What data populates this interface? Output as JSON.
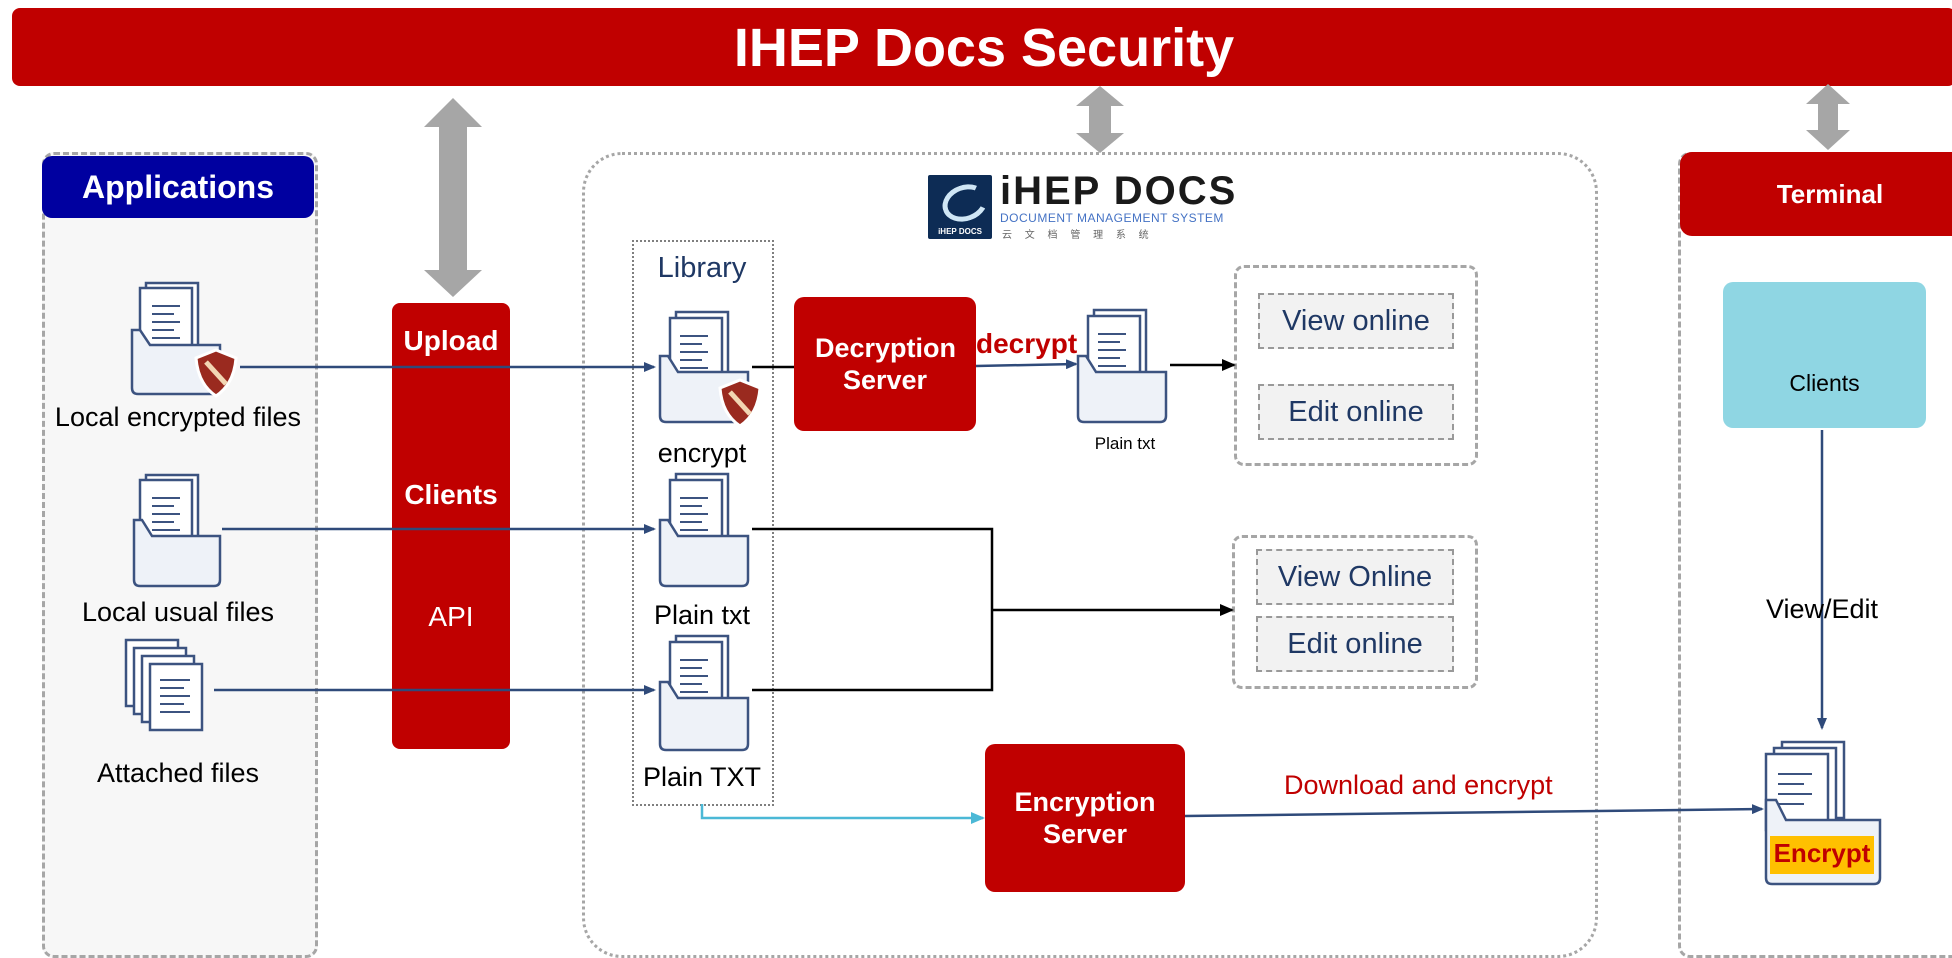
{
  "title": "IHEP Docs Security",
  "applications": {
    "header": "Applications",
    "files": [
      {
        "label": "Local encrypted files"
      },
      {
        "label": "Local usual files"
      },
      {
        "label": "Attached files"
      }
    ]
  },
  "upload": {
    "upload": "Upload",
    "clients": "Clients",
    "api": "API"
  },
  "logo": {
    "brand": "iHEP DOCS",
    "subtitle": "DOCUMENT MANAGEMENT SYSTEM",
    "chinese": "云 文 档 管 理 系 统",
    "badge": "iHEP DOCS"
  },
  "library": {
    "title": "Library",
    "items": [
      {
        "label": "encrypt"
      },
      {
        "label": "Plain txt"
      },
      {
        "label": "Plain TXT"
      }
    ]
  },
  "decryption_server": "Decryption Server",
  "decrypt_label": "decrypt",
  "plain_txt_small": "Plain txt",
  "group1": {
    "view": "View online",
    "edit": "Edit online"
  },
  "group2": {
    "view": "View Online",
    "edit": "Edit online"
  },
  "encryption_server": "Encryption Server",
  "download_label": "Download and encrypt",
  "terminal": {
    "header": "Terminal",
    "clients": "Clients",
    "view_edit": "View/Edit",
    "encrypt": "Encrypt"
  }
}
